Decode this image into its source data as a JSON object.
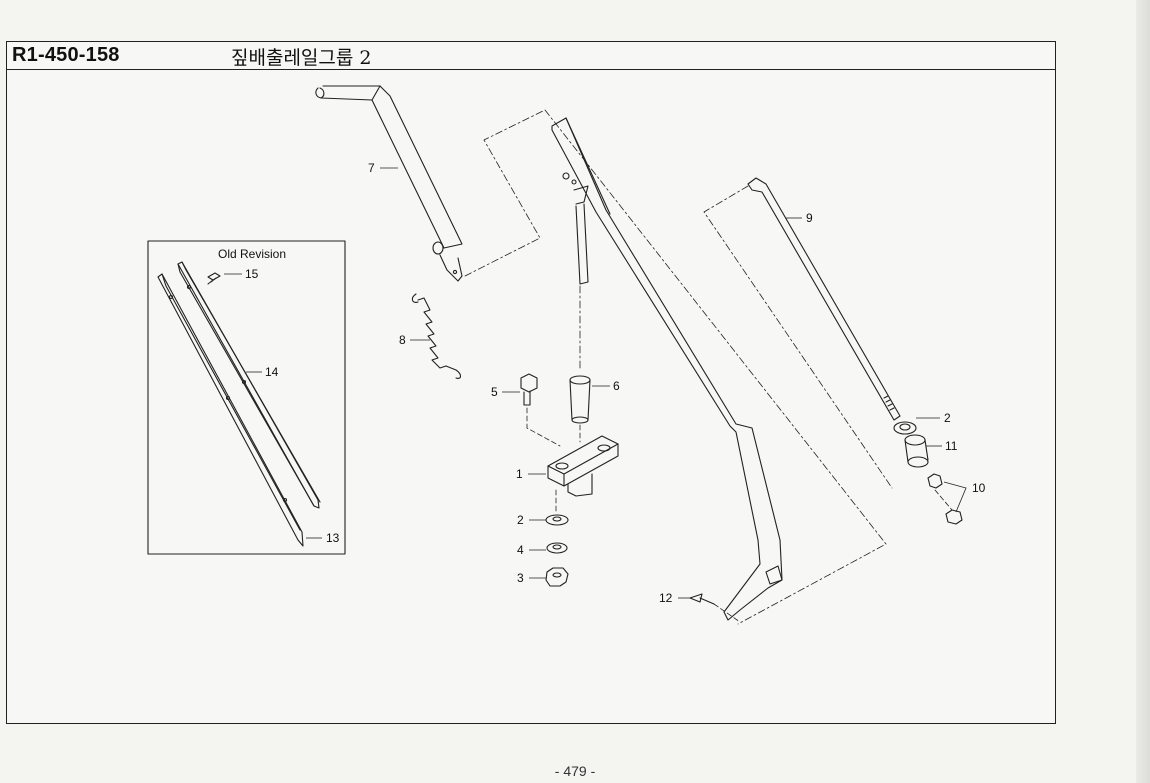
{
  "header": {
    "part_code": "R1-450-158",
    "group_title": "짚배출레일그룹 2"
  },
  "inset": {
    "title": "Old Revision"
  },
  "callouts": [
    "1",
    "2",
    "2",
    "3",
    "4",
    "5",
    "6",
    "7",
    "8",
    "9",
    "10",
    "11",
    "12",
    "13",
    "14",
    "15"
  ],
  "footer": {
    "page_number": "- 479 -"
  }
}
